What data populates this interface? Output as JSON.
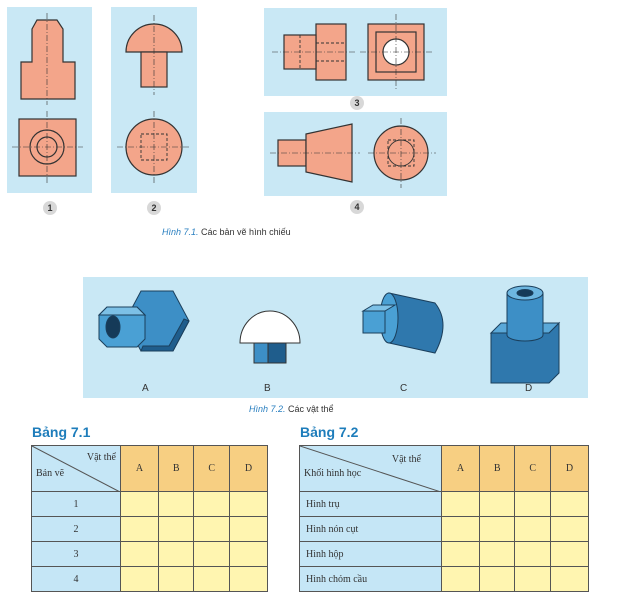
{
  "figure71": {
    "labels": [
      "1",
      "2",
      "3",
      "4"
    ],
    "caption_italic": "Hình 7.1.",
    "caption_text": " Các bản vẽ hình chiếu"
  },
  "figure72": {
    "objects": [
      "A",
      "B",
      "C",
      "D"
    ],
    "caption_italic": "Hình 7.2.",
    "caption_text": " Các vật thể"
  },
  "table71": {
    "title": "Bảng 7.1",
    "corner_top": "Vật thể",
    "corner_bottom": "Bản vẽ",
    "columns": [
      "A",
      "B",
      "C",
      "D"
    ],
    "rows": [
      "1",
      "2",
      "3",
      "4"
    ]
  },
  "table72": {
    "title": "Bảng 7.2",
    "corner_top": "Vật thể",
    "corner_bottom": "Khối hình học",
    "columns": [
      "A",
      "B",
      "C",
      "D"
    ],
    "rows": [
      "Hình trụ",
      "Hình nón cụt",
      "Hình hộp",
      "Hình chỏm cầu"
    ]
  },
  "colors": {
    "panel": "#c9e8f5",
    "drawing_fill": "#f3a58a",
    "object_blue": "#2f78ad",
    "table_header": "#f7cf82",
    "table_row_header": "#c5e6f6",
    "table_cell": "#fff5b0",
    "title_blue": "#1e7dbb"
  }
}
